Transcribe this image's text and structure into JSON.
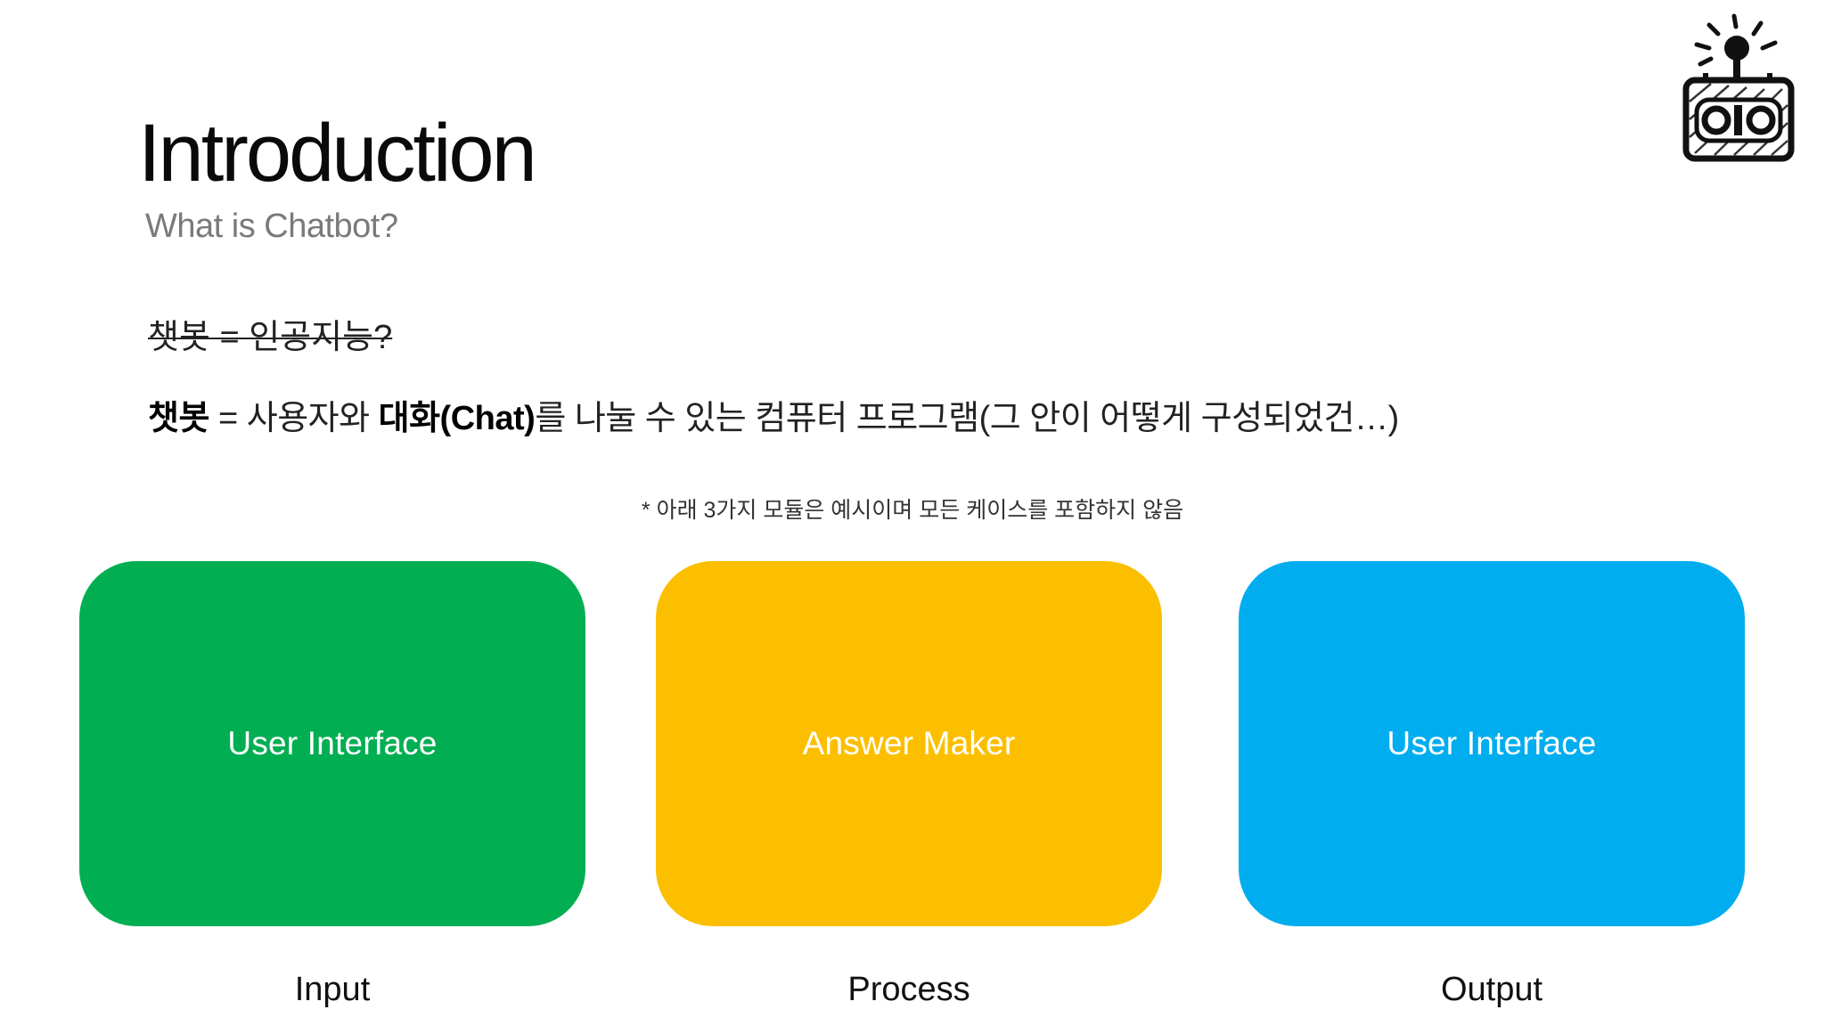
{
  "title": "Introduction",
  "subtitle": "What is Chatbot?",
  "struck_statement": "챗봇 = 인공지능?",
  "definition": {
    "term": "챗봇",
    "part1": " = 사용자와 ",
    "emphasis": "대화(Chat)",
    "part2": "를 나눌 수 있는 컴퓨터 프로그램(그 안이 어떻게 구성되었건…)"
  },
  "note": "* 아래 3가지 모듈은 예시이며 모든 케이스를 포함하지 않음",
  "modules": [
    {
      "label": "User Interface",
      "caption": "Input",
      "color": "#02ae52"
    },
    {
      "label": "Answer Maker",
      "caption": "Process",
      "color": "#fcbf00"
    },
    {
      "label": "User Interface",
      "caption": "Output",
      "color": "#00adef"
    }
  ],
  "logo": {
    "icon": "robot-lightbulb-logo-icon"
  }
}
